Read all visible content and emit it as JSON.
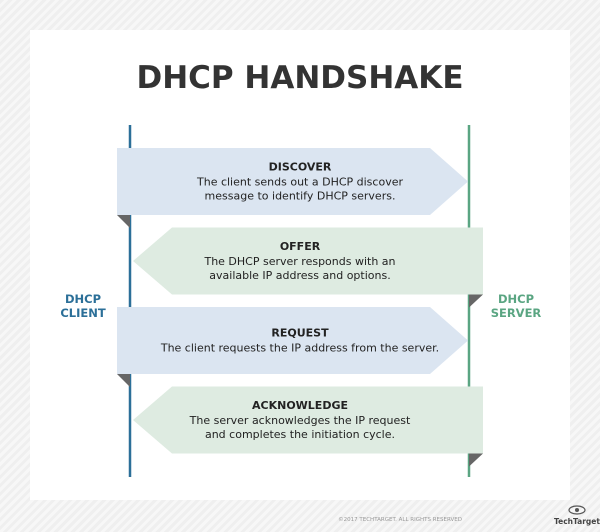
{
  "title": "DHCP HANDSHAKE",
  "client_label": [
    "DHCP",
    "CLIENT"
  ],
  "server_label": [
    "DHCP",
    "SERVER"
  ],
  "steps": [
    {
      "title": "DISCOVER",
      "lines": [
        "The client sends out a DHCP discover",
        "message to identify DHCP servers."
      ],
      "direction": "client-to-server"
    },
    {
      "title": "OFFER",
      "lines": [
        "The DHCP server responds with an",
        "available IP address and options."
      ],
      "direction": "server-to-client"
    },
    {
      "title": "REQUEST",
      "lines": [
        "The client requests the IP address from the server."
      ],
      "direction": "client-to-server"
    },
    {
      "title": "ACKNOWLEDGE",
      "lines": [
        "The server acknowledges the IP request",
        "and completes the initiation cycle."
      ],
      "direction": "server-to-client"
    }
  ],
  "footer": {
    "copyright": "©2017 TECHTARGET. ALL RIGHTS RESERVED",
    "logo": "TechTarget"
  },
  "colors": {
    "client": "#2b6f98",
    "server": "#5aa582",
    "client_arrow": "#dbe5f1",
    "server_arrow": "#deebe1",
    "title": "#333333"
  }
}
